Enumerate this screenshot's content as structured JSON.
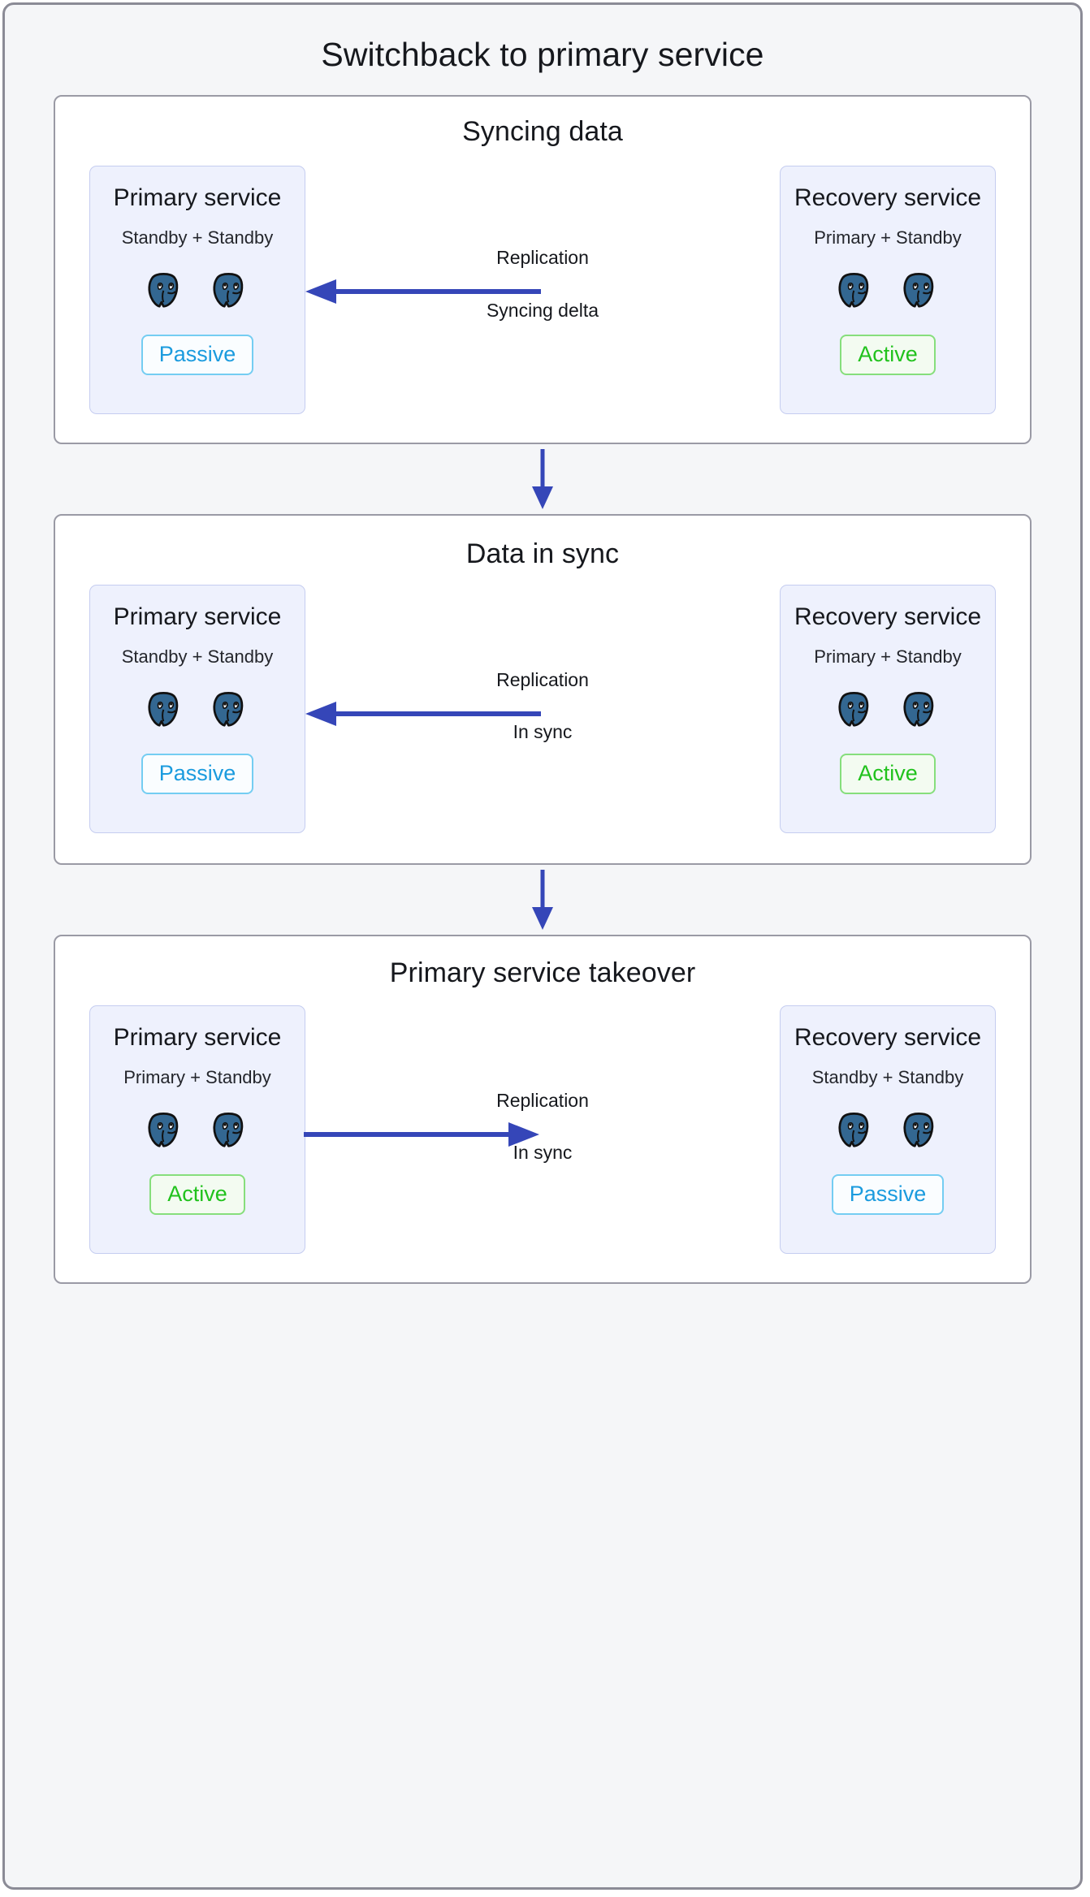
{
  "diagram": {
    "title": "Switchback to primary service",
    "accent_arrow_color": "#3546b8",
    "card_bg_color": "#eef1fd",
    "card_border_color": "#c5cdf0",
    "panel_border_color": "#9a9aa5",
    "page_bg_color": "#f5f6f8",
    "postgres_node_color": "#336791",
    "badge_active_color": "#21c21d",
    "badge_passive_color": "#1b9bde",
    "node_icon_name": "postgresql-elephant-icon",
    "step_arrow_icon_name": "arrow-down-icon"
  },
  "stages": [
    {
      "title": "Syncing data",
      "left": {
        "name": "Primary service",
        "roles": "Standby + Standby",
        "status": "Passive",
        "status_kind": "passive",
        "nodes": 2
      },
      "connector": {
        "label_top": "Replication",
        "label_bottom": "Syncing delta",
        "direction": "left",
        "arrow_icon_name": "arrow-left-icon"
      },
      "right": {
        "name": "Recovery service",
        "roles": "Primary + Standby",
        "status": "Active",
        "status_kind": "active",
        "nodes": 2
      }
    },
    {
      "title": "Data in sync",
      "left": {
        "name": "Primary service",
        "roles": "Standby + Standby",
        "status": "Passive",
        "status_kind": "passive",
        "nodes": 2
      },
      "connector": {
        "label_top": "Replication",
        "label_bottom": "In sync",
        "direction": "left",
        "arrow_icon_name": "arrow-left-icon"
      },
      "right": {
        "name": "Recovery service",
        "roles": "Primary + Standby",
        "status": "Active",
        "status_kind": "active",
        "nodes": 2
      }
    },
    {
      "title": "Primary service takeover",
      "left": {
        "name": "Primary service",
        "roles": "Primary + Standby",
        "status": "Active",
        "status_kind": "active",
        "nodes": 2
      },
      "connector": {
        "label_top": "Replication",
        "label_bottom": "In sync",
        "direction": "right",
        "arrow_icon_name": "arrow-right-icon"
      },
      "right": {
        "name": "Recovery service",
        "roles": "Standby + Standby",
        "status": "Passive",
        "status_kind": "passive",
        "nodes": 2
      }
    }
  ]
}
